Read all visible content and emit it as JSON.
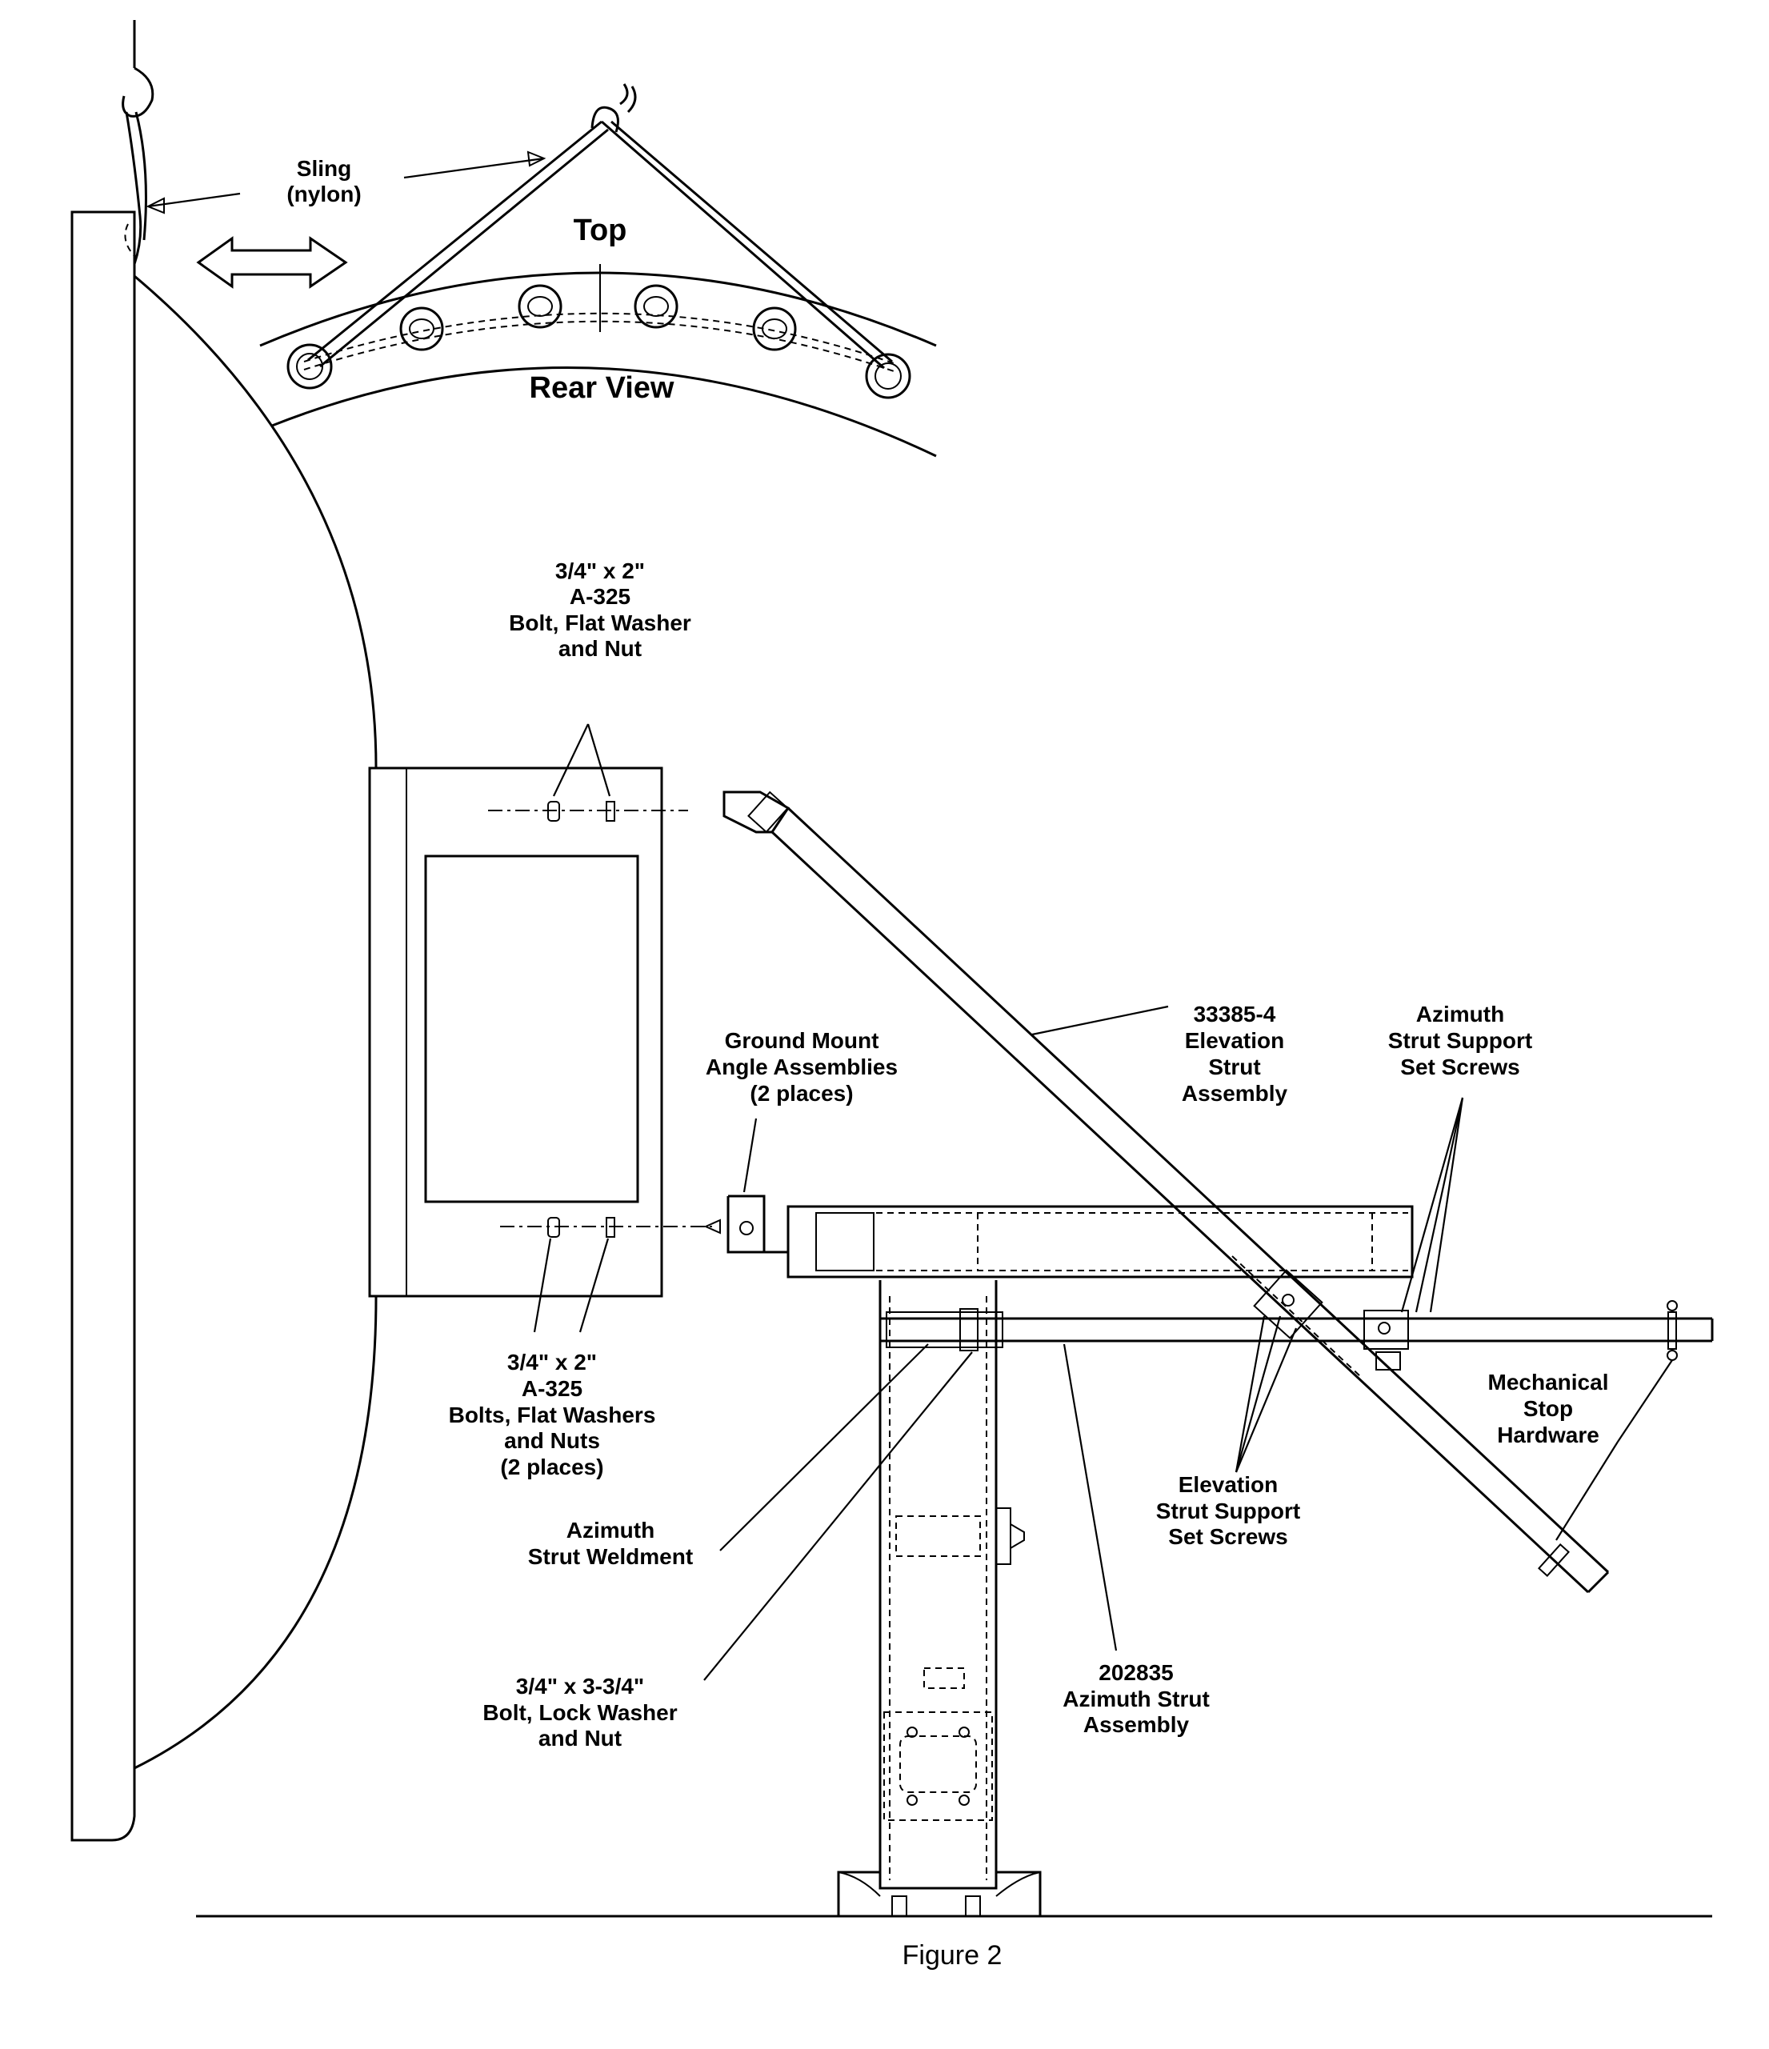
{
  "figure": {
    "caption": "Figure 2"
  },
  "labels": {
    "sling": [
      "Sling",
      "(nylon)"
    ],
    "top": "Top",
    "rear_view": "Rear View",
    "upper_bolt": [
      "3/4\" x 2\"",
      "A-325",
      "Bolt, Flat Washer",
      "and Nut"
    ],
    "lower_bolts": [
      "3/4\" x 2\"",
      "A-325",
      "Bolts, Flat Washers",
      "and Nuts",
      "(2 places)"
    ],
    "ground_mount": [
      "Ground Mount",
      "Angle Assemblies",
      "(2 places)"
    ],
    "elevation_strut": [
      "33385-4",
      "Elevation",
      "Strut",
      "Assembly"
    ],
    "azimuth_set_screws": [
      "Azimuth",
      "Strut Support",
      "Set Screws"
    ],
    "mechanical_stop": [
      "Mechanical",
      "Stop",
      "Hardware"
    ],
    "elevation_set_screws": [
      "Elevation",
      "Strut Support",
      "Set Screws"
    ],
    "azimuth_weldment": [
      "Azimuth",
      "Strut Weldment"
    ],
    "bolt_lock": [
      "3/4\" x 3-3/4\"",
      "Bolt, Lock Washer",
      "and Nut"
    ],
    "azimuth_strut": [
      "202835",
      "Azimuth Strut",
      "Assembly"
    ]
  }
}
